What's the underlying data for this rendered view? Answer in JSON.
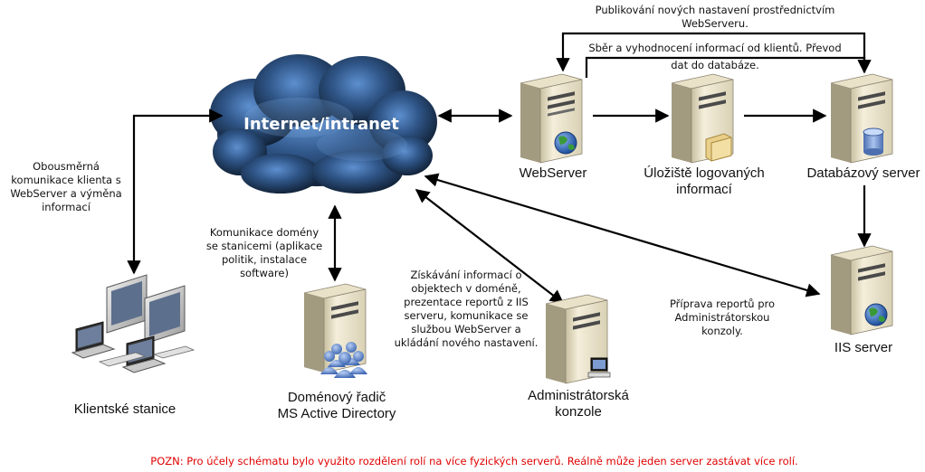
{
  "cloud": {
    "label": "Internet/intranet"
  },
  "nodes": {
    "webserver": "WebServer",
    "log_storage": [
      "Úložiště logovaných",
      "informací"
    ],
    "db_server": "Databázový server",
    "iis_server": "IIS server",
    "admin_console": [
      "Administrátorská",
      "konzole"
    ],
    "domain_controller": [
      "Doménový řadič",
      "MS Active Directory"
    ],
    "client_stations": "Klientské stanice"
  },
  "annotations": {
    "publish": [
      "Publikování nových nastavení prostřednictvím",
      "WebServeru."
    ],
    "collect": [
      "Sběr a vyhodnocení informací od klientů. Převod",
      "dat do databáze."
    ],
    "two_way": [
      "Obousměrná",
      "komunikace klienta s",
      "WebServer a výměna",
      "informací"
    ],
    "domain_comm": [
      "Komunikace domény",
      "se stanicemi (aplikace",
      "politik, instalace",
      "software)"
    ],
    "admin_info": [
      "Získávání informací o",
      "objektech v doméně,",
      "prezentace reportů z IIS",
      "serveru, komunikace se",
      "službou WebServer a",
      "ukládání nového nastavení."
    ],
    "reports": [
      "Příprava reportů pro",
      "Administrátorskou",
      "konzoly."
    ]
  },
  "footer_note": "POZN: Pro účely schématu bylo využito rozdělení rolí na více fyzických serverů. Reálně může jeden server zastávat více rolí.",
  "colors": {
    "note_red": "#e00000",
    "cloud_dark": "#16293f",
    "cloud_light": "#3f6ea8",
    "server_front": "#efe7c9",
    "globe_blue": "#2e63b5"
  }
}
